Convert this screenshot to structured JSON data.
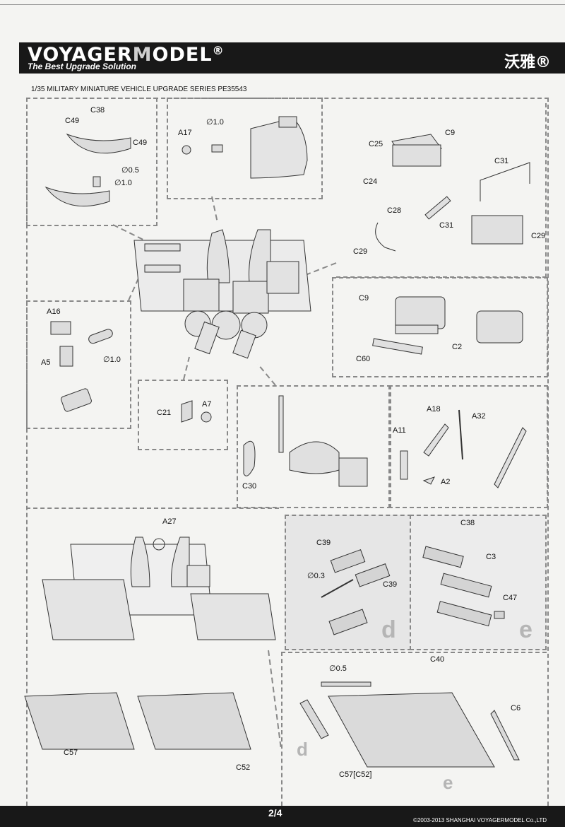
{
  "header": {
    "brand_main": "VOYAGER",
    "brand_m": "M",
    "brand_rest": "ODEL",
    "registered": "®",
    "tagline": "The Best Upgrade Solution",
    "chinese_name": "沃雅®"
  },
  "series_title": "1/35 MILITARY MINIATURE VEHICLE  UPGRADE SERIES PE35543",
  "labels": {
    "c38": "C38",
    "c49a": "C49",
    "c49b": "C49",
    "d05a": "∅0.5",
    "d10a": "∅1.0",
    "a17": "A17",
    "d10b": "∅1.0",
    "c9a": "C9",
    "c25": "C25",
    "c24": "C24",
    "c31a": "C31",
    "c28": "C28",
    "c31b": "C31",
    "c29a": "C29",
    "c29b": "C29",
    "c9b": "C9",
    "c2": "C2",
    "c60": "C60",
    "a16": "A16",
    "a5": "A5",
    "d10c": "∅1.0",
    "c21": "C21",
    "a7": "A7",
    "c30": "C30",
    "a18": "A18",
    "a32": "A32",
    "a11": "A11",
    "a2": "A2",
    "a27": "A27",
    "c39a": "C39",
    "c39b": "C39",
    "d03": "∅0.3",
    "d_letter1": "d",
    "c38b": "C38",
    "c3": "C3",
    "c47": "C47",
    "e_letter1": "e",
    "d05b": "∅0.5",
    "c40": "C40",
    "c6": "C6",
    "c57c52": "C57[C52]",
    "d_letter2": "d",
    "e_letter2": "e",
    "c57": "C57",
    "c52": "C52"
  },
  "footer": {
    "page": "2/4",
    "copyright": "©2003-2013 SHANGHAI VOYAGERMODEL  Co.,LTD"
  }
}
